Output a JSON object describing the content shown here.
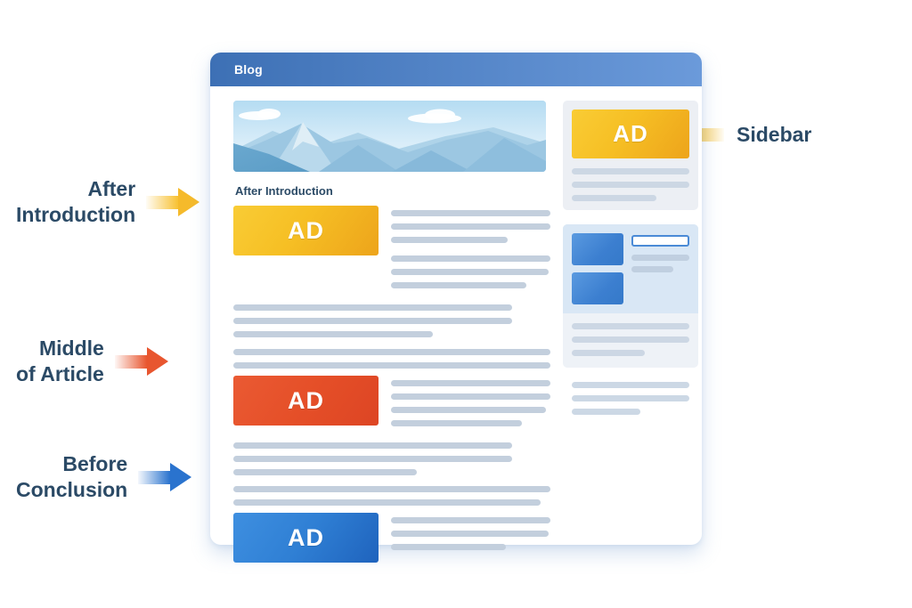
{
  "window": {
    "title": "Blog"
  },
  "callouts": [
    {
      "id": "after-introduction",
      "label": "After\nIntroduction",
      "arrow_color": "#f5ba2b",
      "direction": "right"
    },
    {
      "id": "middle-of-article",
      "label": "Middle\nof Article",
      "arrow_color": "#e8562f",
      "direction": "right"
    },
    {
      "id": "before-conclusion",
      "label": "Before\nConclusion",
      "arrow_color": "#2a73ce",
      "direction": "right"
    },
    {
      "id": "sidebar",
      "label": "Sidebar",
      "arrow_color": "#f5ba2b",
      "direction": "left"
    }
  ],
  "article": {
    "hero_image": "mountain-landscape-illustration",
    "heading": "After Introduction",
    "ads": {
      "after_introduction": {
        "label": "AD",
        "color": "#f6bf24"
      },
      "middle_of_article": {
        "label": "AD",
        "color": "#e54f28"
      },
      "before_conclusion": {
        "label": "AD",
        "color": "#2f7fd4"
      }
    }
  },
  "sidebar": {
    "ad": {
      "label": "AD",
      "color": "#f0aa1d"
    },
    "widget_media": "image-thumbnail-widget"
  },
  "theme": {
    "header_gradient_from": "#3d70b5",
    "header_gradient_to": "#6b9ada",
    "label_color": "#2b4a66",
    "skeleton_line": "#c3cfdd",
    "page_background": "#ffffff"
  }
}
